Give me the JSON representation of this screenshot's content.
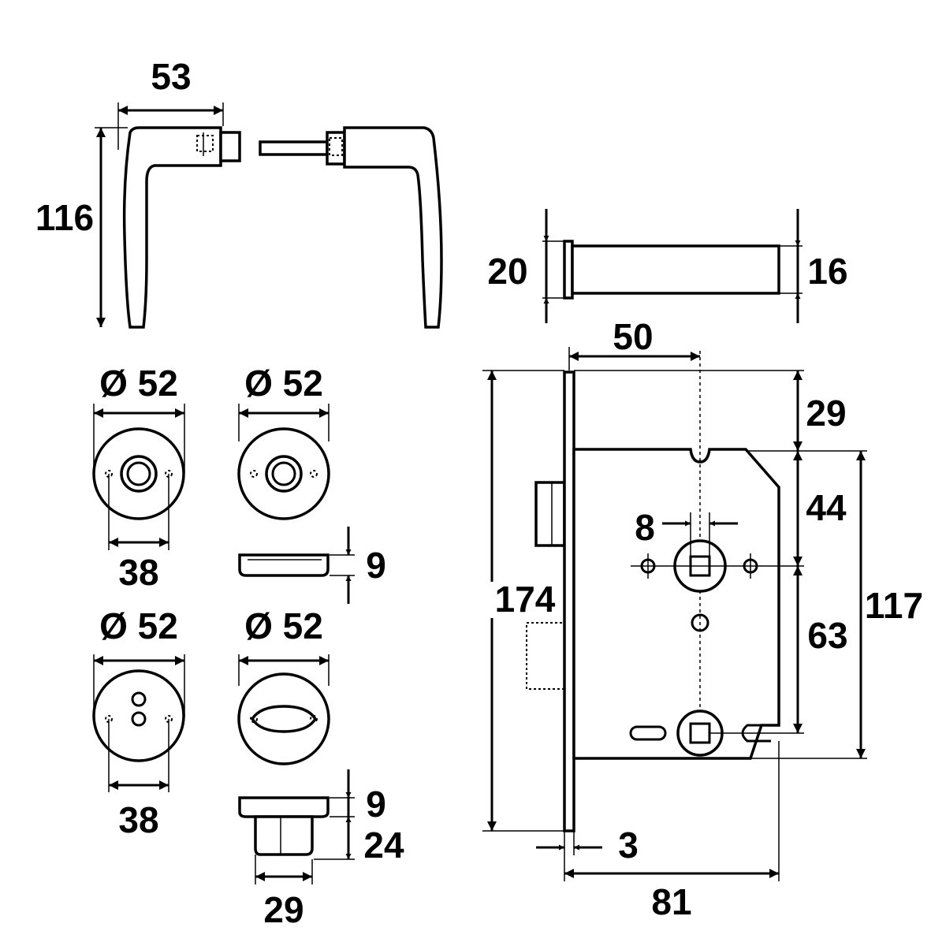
{
  "dimensions": {
    "handle_width": "53",
    "handle_height": "116",
    "spindle_diameter": "20",
    "spindle_inner": "16",
    "rose1_diameter": "Ø 52",
    "rose1_hole_spacing": "38",
    "rose2_diameter": "Ø 52",
    "rose_thickness": "9",
    "rose3_diameter": "Ø 52",
    "rose3_hole_spacing": "38",
    "rose4_diameter": "Ø 52",
    "thumbturn_rose_thickness": "9",
    "thumbturn_height": "24",
    "thumbturn_width": "29",
    "backset": "50",
    "faceplate_height": "174",
    "top_to_case": "29",
    "case_to_follower": "44",
    "square_size": "8",
    "follower_to_lower": "63",
    "case_height": "117",
    "faceplate_thickness": "3",
    "case_depth": "81"
  }
}
